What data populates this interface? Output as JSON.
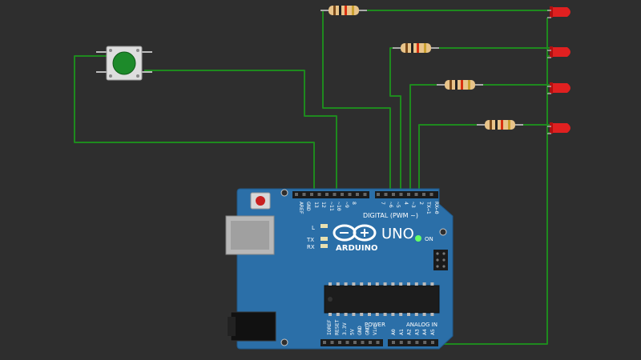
{
  "canvas": {
    "background": "#2e2e2e"
  },
  "colors": {
    "wire": "#1e8a1e",
    "wire_dark": "#145f14",
    "board": "#2b6fa8",
    "board_edge": "#1f5a8c",
    "button_cap": "#1d8a2a",
    "led": "#e02020",
    "resistor_body": "#e8c48a",
    "on_led": "#66ff66"
  },
  "board": {
    "model": "UNO",
    "brand": "ARDUINO",
    "digital_label": "DIGITAL (PWM ~)",
    "analog_label": "ANALOG IN",
    "power_label": "POWER",
    "on_label": "ON",
    "l_label": "L",
    "tx_label": "TX",
    "rx_label": "RX",
    "top_pins": [
      "AREF",
      "GND",
      "13",
      "12",
      "~11",
      "~10",
      "~9",
      "8",
      "7",
      "~6",
      "~5",
      "4",
      "~3",
      "2",
      "TX→1",
      "RX←0"
    ],
    "power_pins": [
      "IOREF",
      "RESET",
      "3.3V",
      "5V",
      "GND",
      "GND",
      "Vin"
    ],
    "analog_pins": [
      "A0",
      "A1",
      "A2",
      "A3",
      "A4",
      "A5"
    ]
  },
  "components": {
    "pushbutton": "pushbutton",
    "resistors": [
      "resistor-1",
      "resistor-2",
      "resistor-3",
      "resistor-4"
    ],
    "leds": [
      "led-1",
      "led-2",
      "led-3",
      "led-4"
    ]
  }
}
